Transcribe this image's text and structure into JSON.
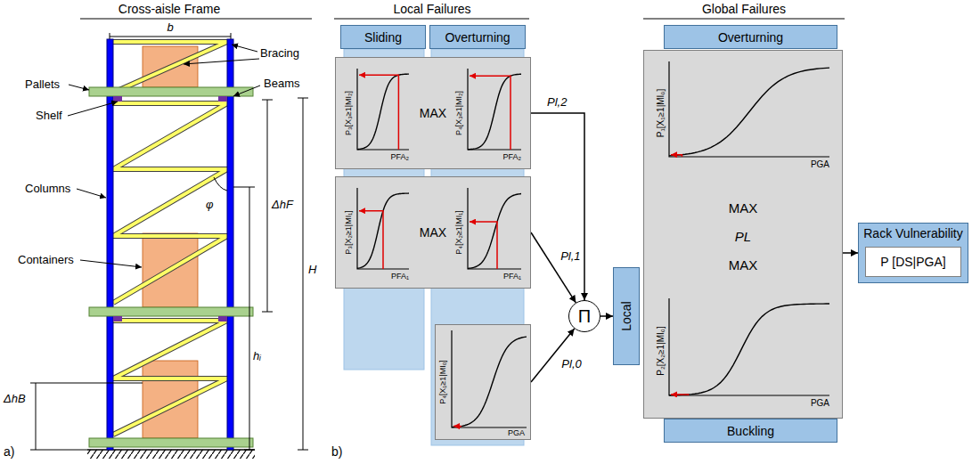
{
  "diagram": {
    "nodes": [
      {
        "text": [
          "Sliding"
        ]
      },
      {
        "text": [
          "Overturning"
        ]
      },
      {
        "text": [
          "MAX"
        ]
      },
      {
        "text": [
          "P₃[X₃≥1|MI₂]",
          "PFA₂"
        ],
        "in": 2
      },
      {
        "text": [
          "P₄[X₃≥1|MI₂]",
          "PFA₂"
        ],
        "in": 2
      },
      {
        "text": [
          "MAX"
        ]
      },
      {
        "text": [
          "P₃[X₂≥1|MI₁]",
          "PFA₁"
        ],
        "in": 5
      },
      {
        "text": [
          "P₄[X₂≥1|MI₁]",
          "PFA₁"
        ],
        "in": 5
      },
      {
        "text": [
          "P₄[X₁≥1|MI₀]",
          "PGA"
        ]
      },
      {
        "text": [
          "Π"
        ]
      },
      {
        "text": [
          "Local"
        ]
      },
      {
        "text": [
          "Overturning"
        ]
      },
      {
        "text": [
          "MAX",
          "PL",
          "MAX"
        ]
      },
      {
        "text": [
          "P₁[X₁≥1|MI₀]",
          "PGA"
        ],
        "in": 12
      },
      {
        "text": [
          "P₂[X₂≥1|MI₀]",
          "PGA"
        ],
        "in": 12
      },
      {
        "text": [
          "Buckling"
        ]
      },
      {
        "text": [
          "Rack Vulnerability"
        ]
      },
      {
        "text": [
          "P [DS|PGA]"
        ],
        "in": 16
      }
    ],
    "edges": [
      {
        "from": 2,
        "to": 9,
        "label": "Pl,2",
        "arrow": "to"
      },
      {
        "from": 5,
        "to": 9,
        "label": "Pl,1",
        "arrow": "to"
      },
      {
        "from": 8,
        "to": 9,
        "label": "Pl,0",
        "arrow": "to"
      },
      {
        "from": 9,
        "to": 10,
        "arrow": "to"
      },
      {
        "from": 12,
        "to": 16,
        "arrow": "to"
      }
    ],
    "labels": [
      "Cross-aisle Frame",
      "Local Failures",
      "Global Failures",
      "b",
      "Bracing",
      "Pallets",
      "Beams",
      "Shelf",
      "Columns",
      "Containers",
      "φ",
      "ΔhF",
      "H",
      "hᵢ",
      "ΔhB",
      "a)",
      "b)"
    ]
  }
}
